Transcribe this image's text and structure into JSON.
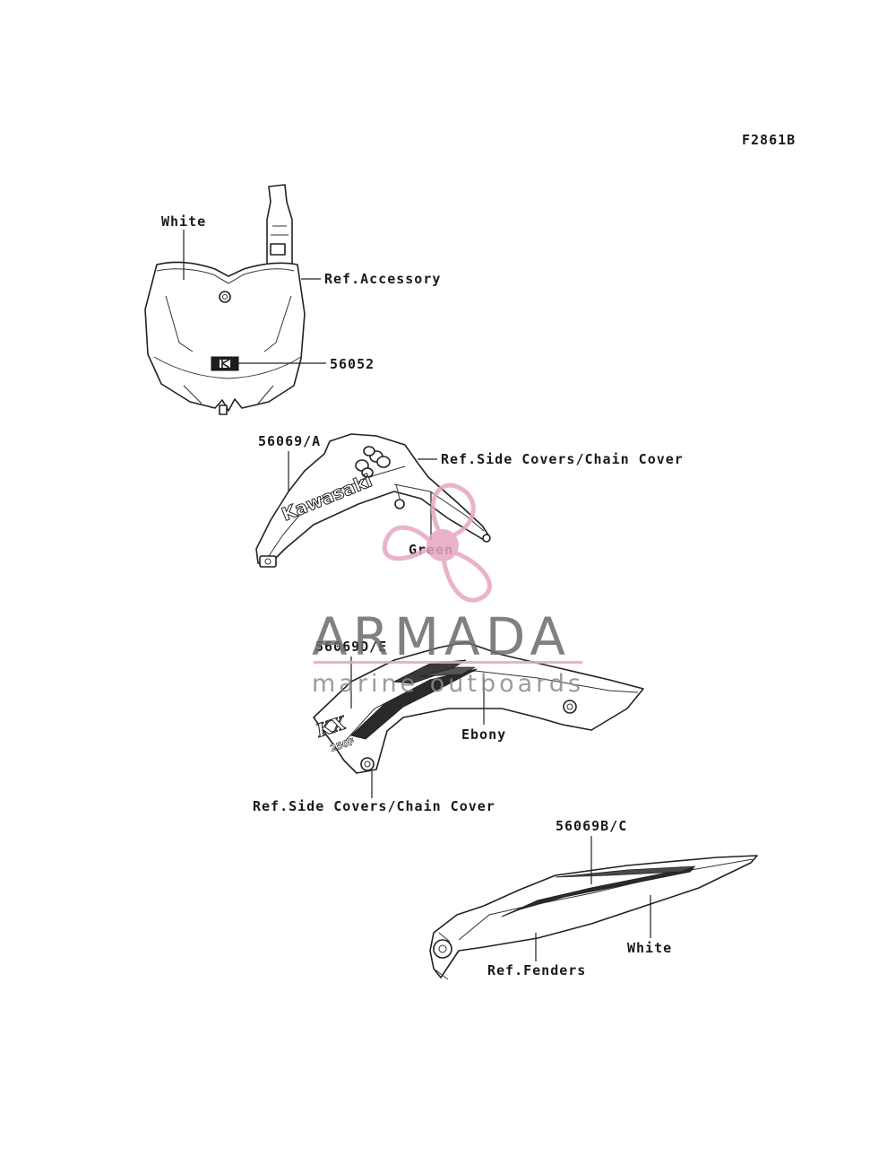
{
  "diagram_code": "F2861B",
  "labels": {
    "white_top": "White",
    "ref_accessory": "Ref.Accessory",
    "part_56052": "56052",
    "part_56069_a": "56069/A",
    "ref_side_covers_1": "Ref.Side Covers/Chain Cover",
    "green": "Green",
    "part_56069_d_e": "56069D/E",
    "ebony": "Ebony",
    "ref_side_covers_2": "Ref.Side Covers/Chain Cover",
    "part_56069_b_c": "56069B/C",
    "white_bottom": "White",
    "ref_fenders": "Ref.Fenders"
  },
  "decal_text": {
    "kawasaki": "Kawasaki",
    "kxf": "KX",
    "kxf_sub": "250F"
  },
  "watermark": {
    "brand": "ARMADA",
    "tagline": "marine outboards",
    "color_pink": "#e8a5c4",
    "color_gray": "#6b6b6b"
  }
}
